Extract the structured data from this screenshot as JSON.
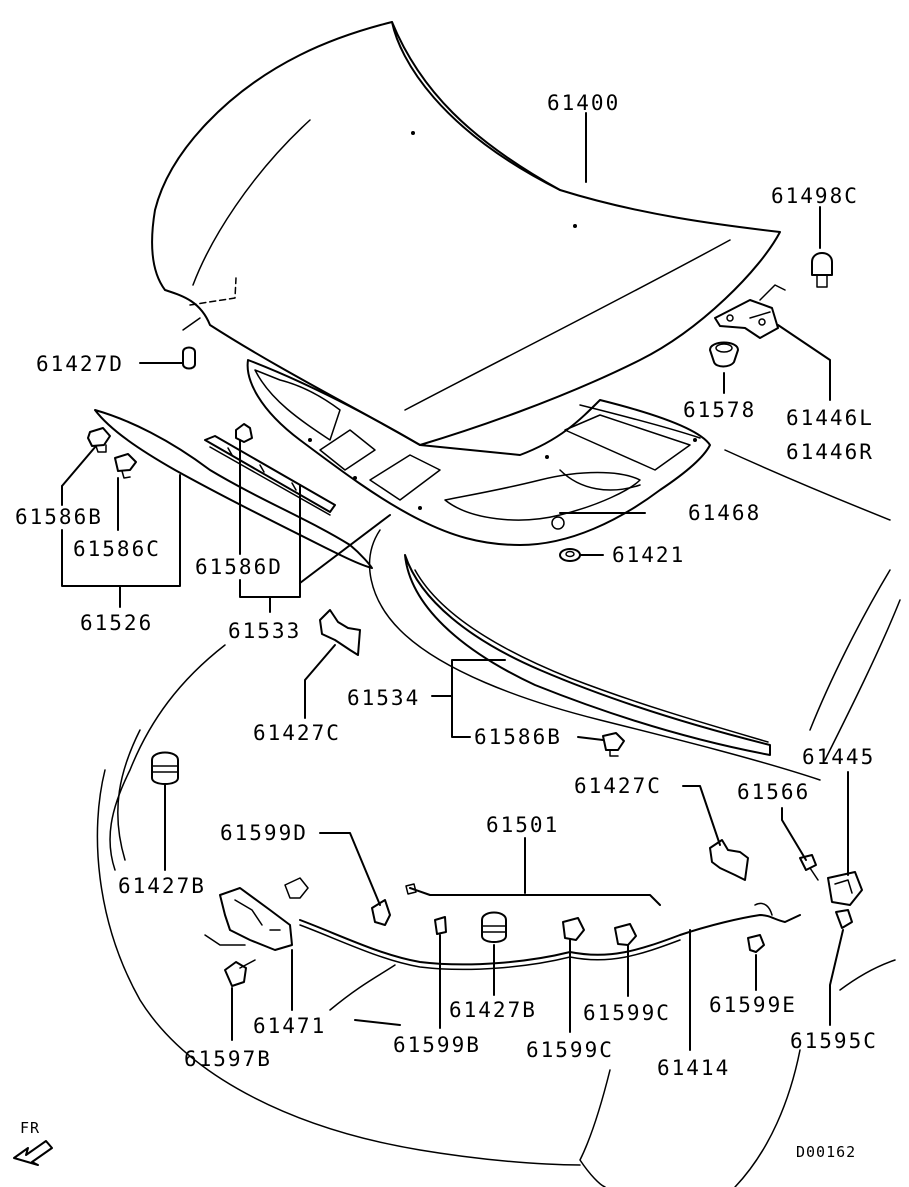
{
  "drawing_code": "D00162",
  "direction": "FR",
  "labels": [
    {
      "id": "hood",
      "text": "61400"
    },
    {
      "id": "bolt-top-right",
      "text": "61498C"
    },
    {
      "id": "bumper-left",
      "text": "61427D"
    },
    {
      "id": "bumper-round",
      "text": "61578"
    },
    {
      "id": "hinge-l",
      "text": "61446L"
    },
    {
      "id": "hinge-r",
      "text": "61446R"
    },
    {
      "id": "clip-b-left",
      "text": "61586B"
    },
    {
      "id": "clip-c-left",
      "text": "61586C"
    },
    {
      "id": "seal-left",
      "text": "61526"
    },
    {
      "id": "clip-d",
      "text": "61586D"
    },
    {
      "id": "seal-front",
      "text": "61533"
    },
    {
      "id": "insulator",
      "text": "61468"
    },
    {
      "id": "grommet",
      "text": "61421"
    },
    {
      "id": "bracket-c-left",
      "text": "61427C"
    },
    {
      "id": "seal-right",
      "text": "61534"
    },
    {
      "id": "clip-b-right",
      "text": "61586B"
    },
    {
      "id": "latch-release",
      "text": "61445"
    },
    {
      "id": "bracket-c-right",
      "text": "61427C"
    },
    {
      "id": "screw",
      "text": "61566"
    },
    {
      "id": "bumper-b-left",
      "text": "61427B"
    },
    {
      "id": "clip-d-cable",
      "text": "61599D"
    },
    {
      "id": "stay-rod",
      "text": "61501"
    },
    {
      "id": "latch",
      "text": "61471"
    },
    {
      "id": "bolt-b",
      "text": "61597B"
    },
    {
      "id": "clip-b-cable",
      "text": "61599B"
    },
    {
      "id": "bumper-b-center",
      "text": "61427B"
    },
    {
      "id": "clip-c-cable-1",
      "text": "61599C"
    },
    {
      "id": "clip-c-cable-2",
      "text": "61599C"
    },
    {
      "id": "cable",
      "text": "61414"
    },
    {
      "id": "clip-e",
      "text": "61599E"
    },
    {
      "id": "clip-c-right",
      "text": "61595C"
    }
  ]
}
